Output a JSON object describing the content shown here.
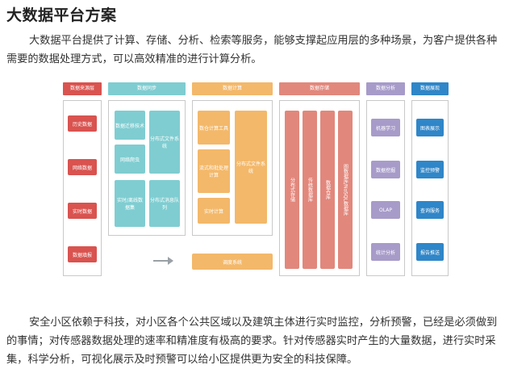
{
  "title": "大数据平台方案",
  "para1": "大数据平台提供了计算、存储、分析、检索等服务，能够支撑起应用层的多种场景，为客户提供各种需要的数据处理方式，可以高效精准的进行计算分析。",
  "para2": "安全小区依赖于科技，对小区各个公共区域以及建筑主体进行实时监控，分析预警，已经是必须做到的事情；对传感器数据处理的速率和精准度有极高的要求。针对传感器实时产生的大量数据，进行实时采集，科学分析，可视化展示及时预警可以给小区提供更为安全的科技保障。",
  "diagram": {
    "headers": {
      "source": "数据来源层",
      "sync": "数据同步",
      "compute": "数据计算",
      "storage": "数据存储",
      "analysis": "数据分析",
      "app": "数据展现"
    },
    "source_items": [
      "历史数据",
      "网络数据",
      "实时数据",
      "数据填报"
    ],
    "sync_items": {
      "a": "数据迁移技术",
      "b": "分布式文件系统",
      "c": "网络爬虫",
      "d": "实时/离线数据集",
      "e": "分布式消息队列"
    },
    "compute_items": {
      "a": "数仓计算工具",
      "b": "流式和批处理计算",
      "c": "分布式文件系统",
      "d": "实时计算"
    },
    "scheduler": "调度系统",
    "storage_items": [
      "分布式存储",
      "传统数据库",
      "数据仓库",
      "图数据库/NoSQL数据库"
    ],
    "analysis_items": [
      "机器学习",
      "数据挖掘",
      "OLAP",
      "统计分析"
    ],
    "app_items": [
      "图表展示",
      "监控预警",
      "查询服务",
      "报告推送"
    ],
    "colors": {
      "red": "#d9534f",
      "teal": "#7fcdd1",
      "orange": "#f3b86a",
      "salmon": "#e2877c",
      "purple": "#a79bc9",
      "blue": "#2f86c8"
    }
  }
}
